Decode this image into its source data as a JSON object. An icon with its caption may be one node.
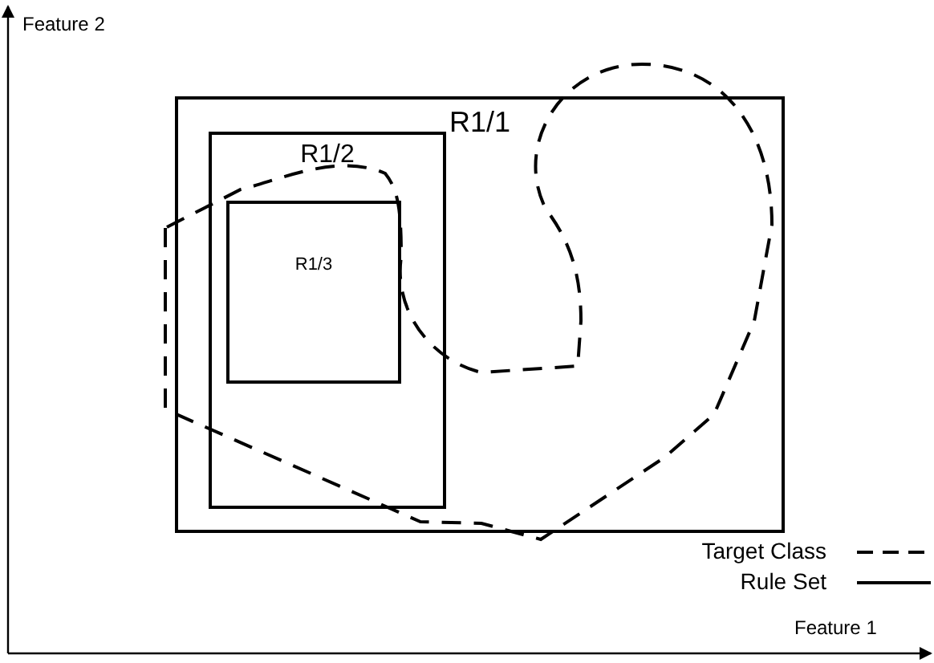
{
  "diagram": {
    "nodes": [
      {
        "text": [
          "R1/1"
        ]
      },
      {
        "text": [
          "R1/2"
        ],
        "in": 0
      },
      {
        "text": [
          "R1/3"
        ],
        "in": 1
      }
    ],
    "labels": [
      "Feature 2",
      "Feature 1"
    ],
    "legend": [
      {
        "text": "Target Class"
      },
      {
        "text": "Rule Set"
      }
    ]
  }
}
